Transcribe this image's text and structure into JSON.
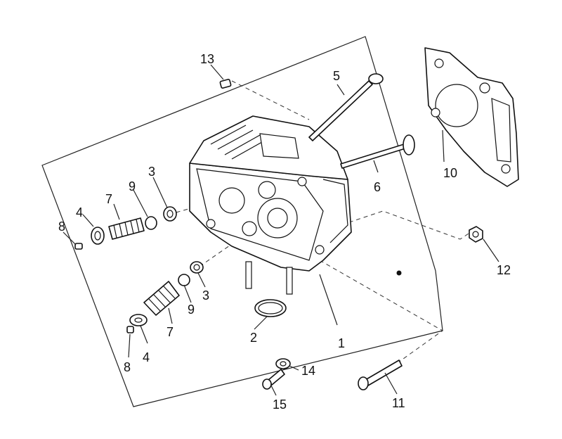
{
  "callouts": [
    "1",
    "2",
    "3",
    "3",
    "4",
    "4",
    "5",
    "6",
    "7",
    "7",
    "8",
    "8",
    "9",
    "9",
    "10",
    "11",
    "12",
    "13",
    "14",
    "15"
  ]
}
